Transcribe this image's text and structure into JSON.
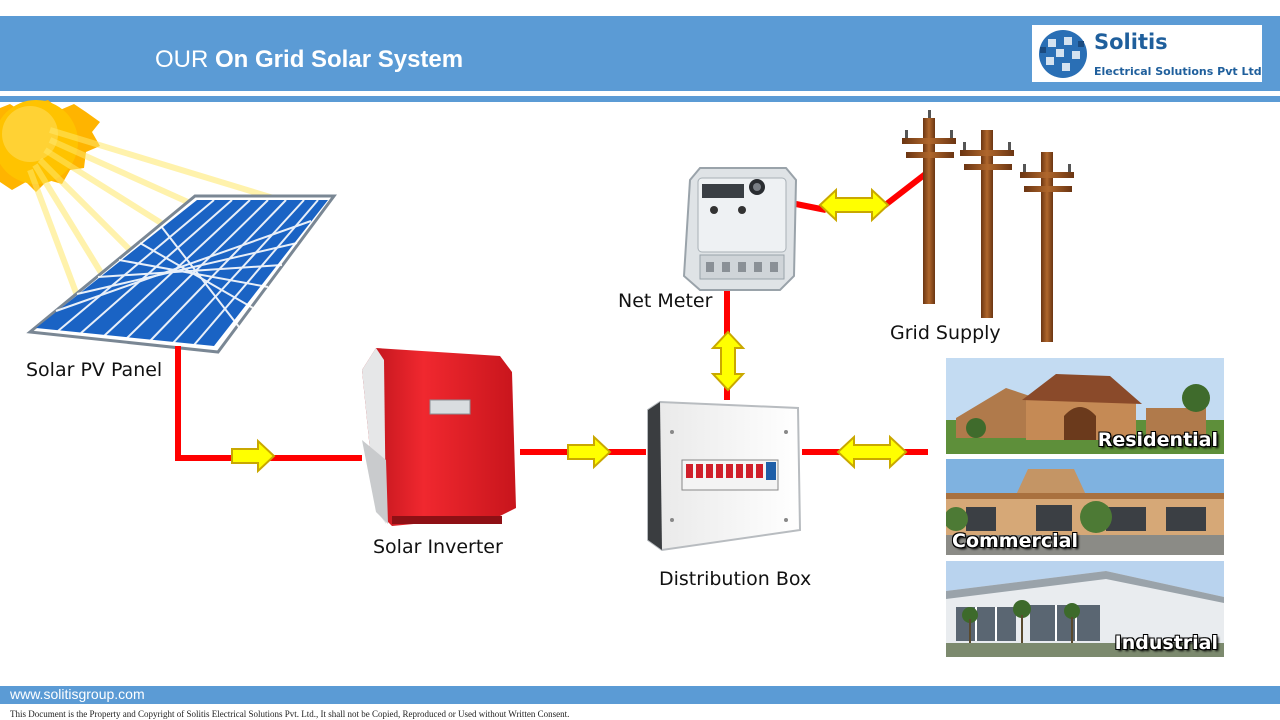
{
  "header": {
    "title_prefix": "OUR",
    "title_main": "On Grid Solar System"
  },
  "logo": {
    "name": "Solitis",
    "tagline": "Electrical Solutions Pvt Ltd"
  },
  "diagram": {
    "components": {
      "solar_panel": "Solar PV Panel",
      "inverter": "Solar Inverter",
      "distribution_box": "Distribution Box",
      "net_meter": "Net Meter",
      "grid": "Grid Supply"
    },
    "loads": {
      "residential": "Residential",
      "commercial": "Commercial",
      "industrial": "Industrial"
    },
    "colors": {
      "wire": "#ff0000",
      "arrow_fill": "#ffff00",
      "arrow_stroke": "#c9a800",
      "inverter": "#e8202a",
      "pole": "#8b4a1f"
    }
  },
  "footer": {
    "url": "www.solitisgroup.com",
    "notice": "This Document is the Property and Copyright of Solitis Electrical Solutions Pvt. Ltd., It shall not be Copied, Reproduced or Used without Written Consent."
  }
}
